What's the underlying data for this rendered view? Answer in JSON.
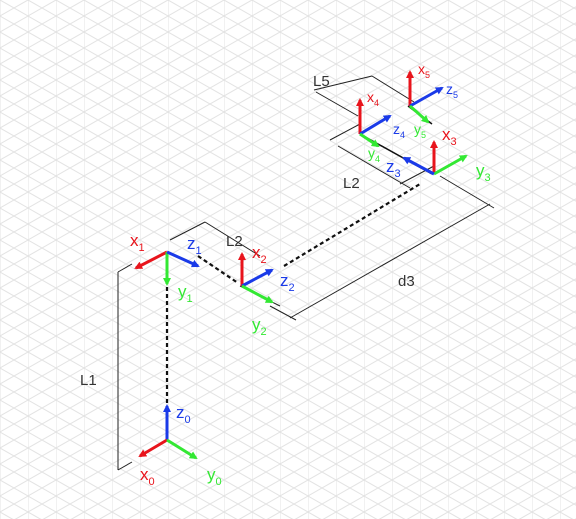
{
  "colors": {
    "x_axis": "#e8141c",
    "y_axis": "#33e833",
    "z_axis": "#1a3ae8",
    "grid": "#e2e2e2",
    "dimension": "#222222",
    "link": "#111111"
  },
  "dimensions": {
    "L1": "L1",
    "L2_top": "L2",
    "L2_back": "L2",
    "d3": "d3",
    "L5": "L5"
  },
  "frames": {
    "f0": {
      "x": "x",
      "y": "y",
      "z": "z",
      "idx": "0"
    },
    "f1": {
      "x": "x",
      "y": "y",
      "z": "z",
      "idx": "1"
    },
    "f2": {
      "x": "x",
      "y": "y",
      "z": "z",
      "idx": "2"
    },
    "f3": {
      "x": "x",
      "y": "y",
      "z": "z",
      "idx": "3"
    },
    "f4": {
      "x": "x",
      "y": "y",
      "z": "z",
      "idx": "4"
    },
    "f5": {
      "x": "x",
      "y": "y",
      "z": "z",
      "idx": "5"
    }
  }
}
